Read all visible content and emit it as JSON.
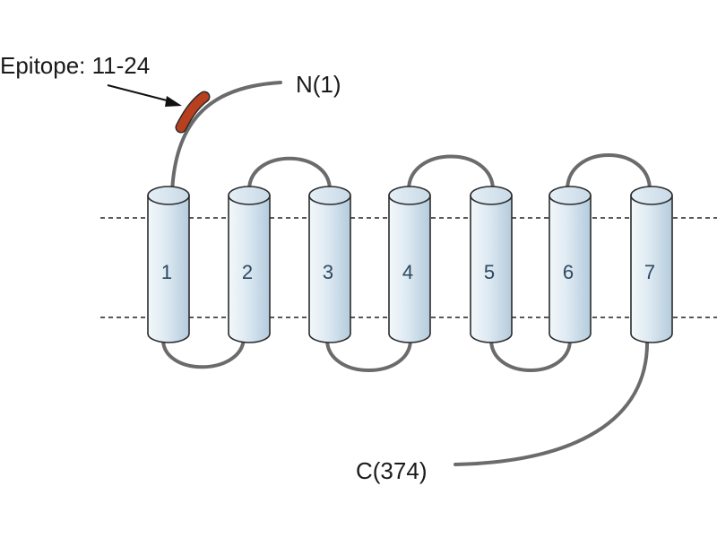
{
  "labels": {
    "epitope": "Epitope: 11-24",
    "n_terminus": "N(1)",
    "c_terminus": "C(374)"
  },
  "helices": [
    "1",
    "2",
    "3",
    "4",
    "5",
    "6",
    "7"
  ],
  "colors": {
    "helix_fill_light": "#e8f1f7",
    "helix_fill_dark": "#c3d7e6",
    "outline": "#2b2b2b",
    "chain": "#6b6b6b",
    "epitope": "#b8401f",
    "membrane_line": "#222222"
  }
}
